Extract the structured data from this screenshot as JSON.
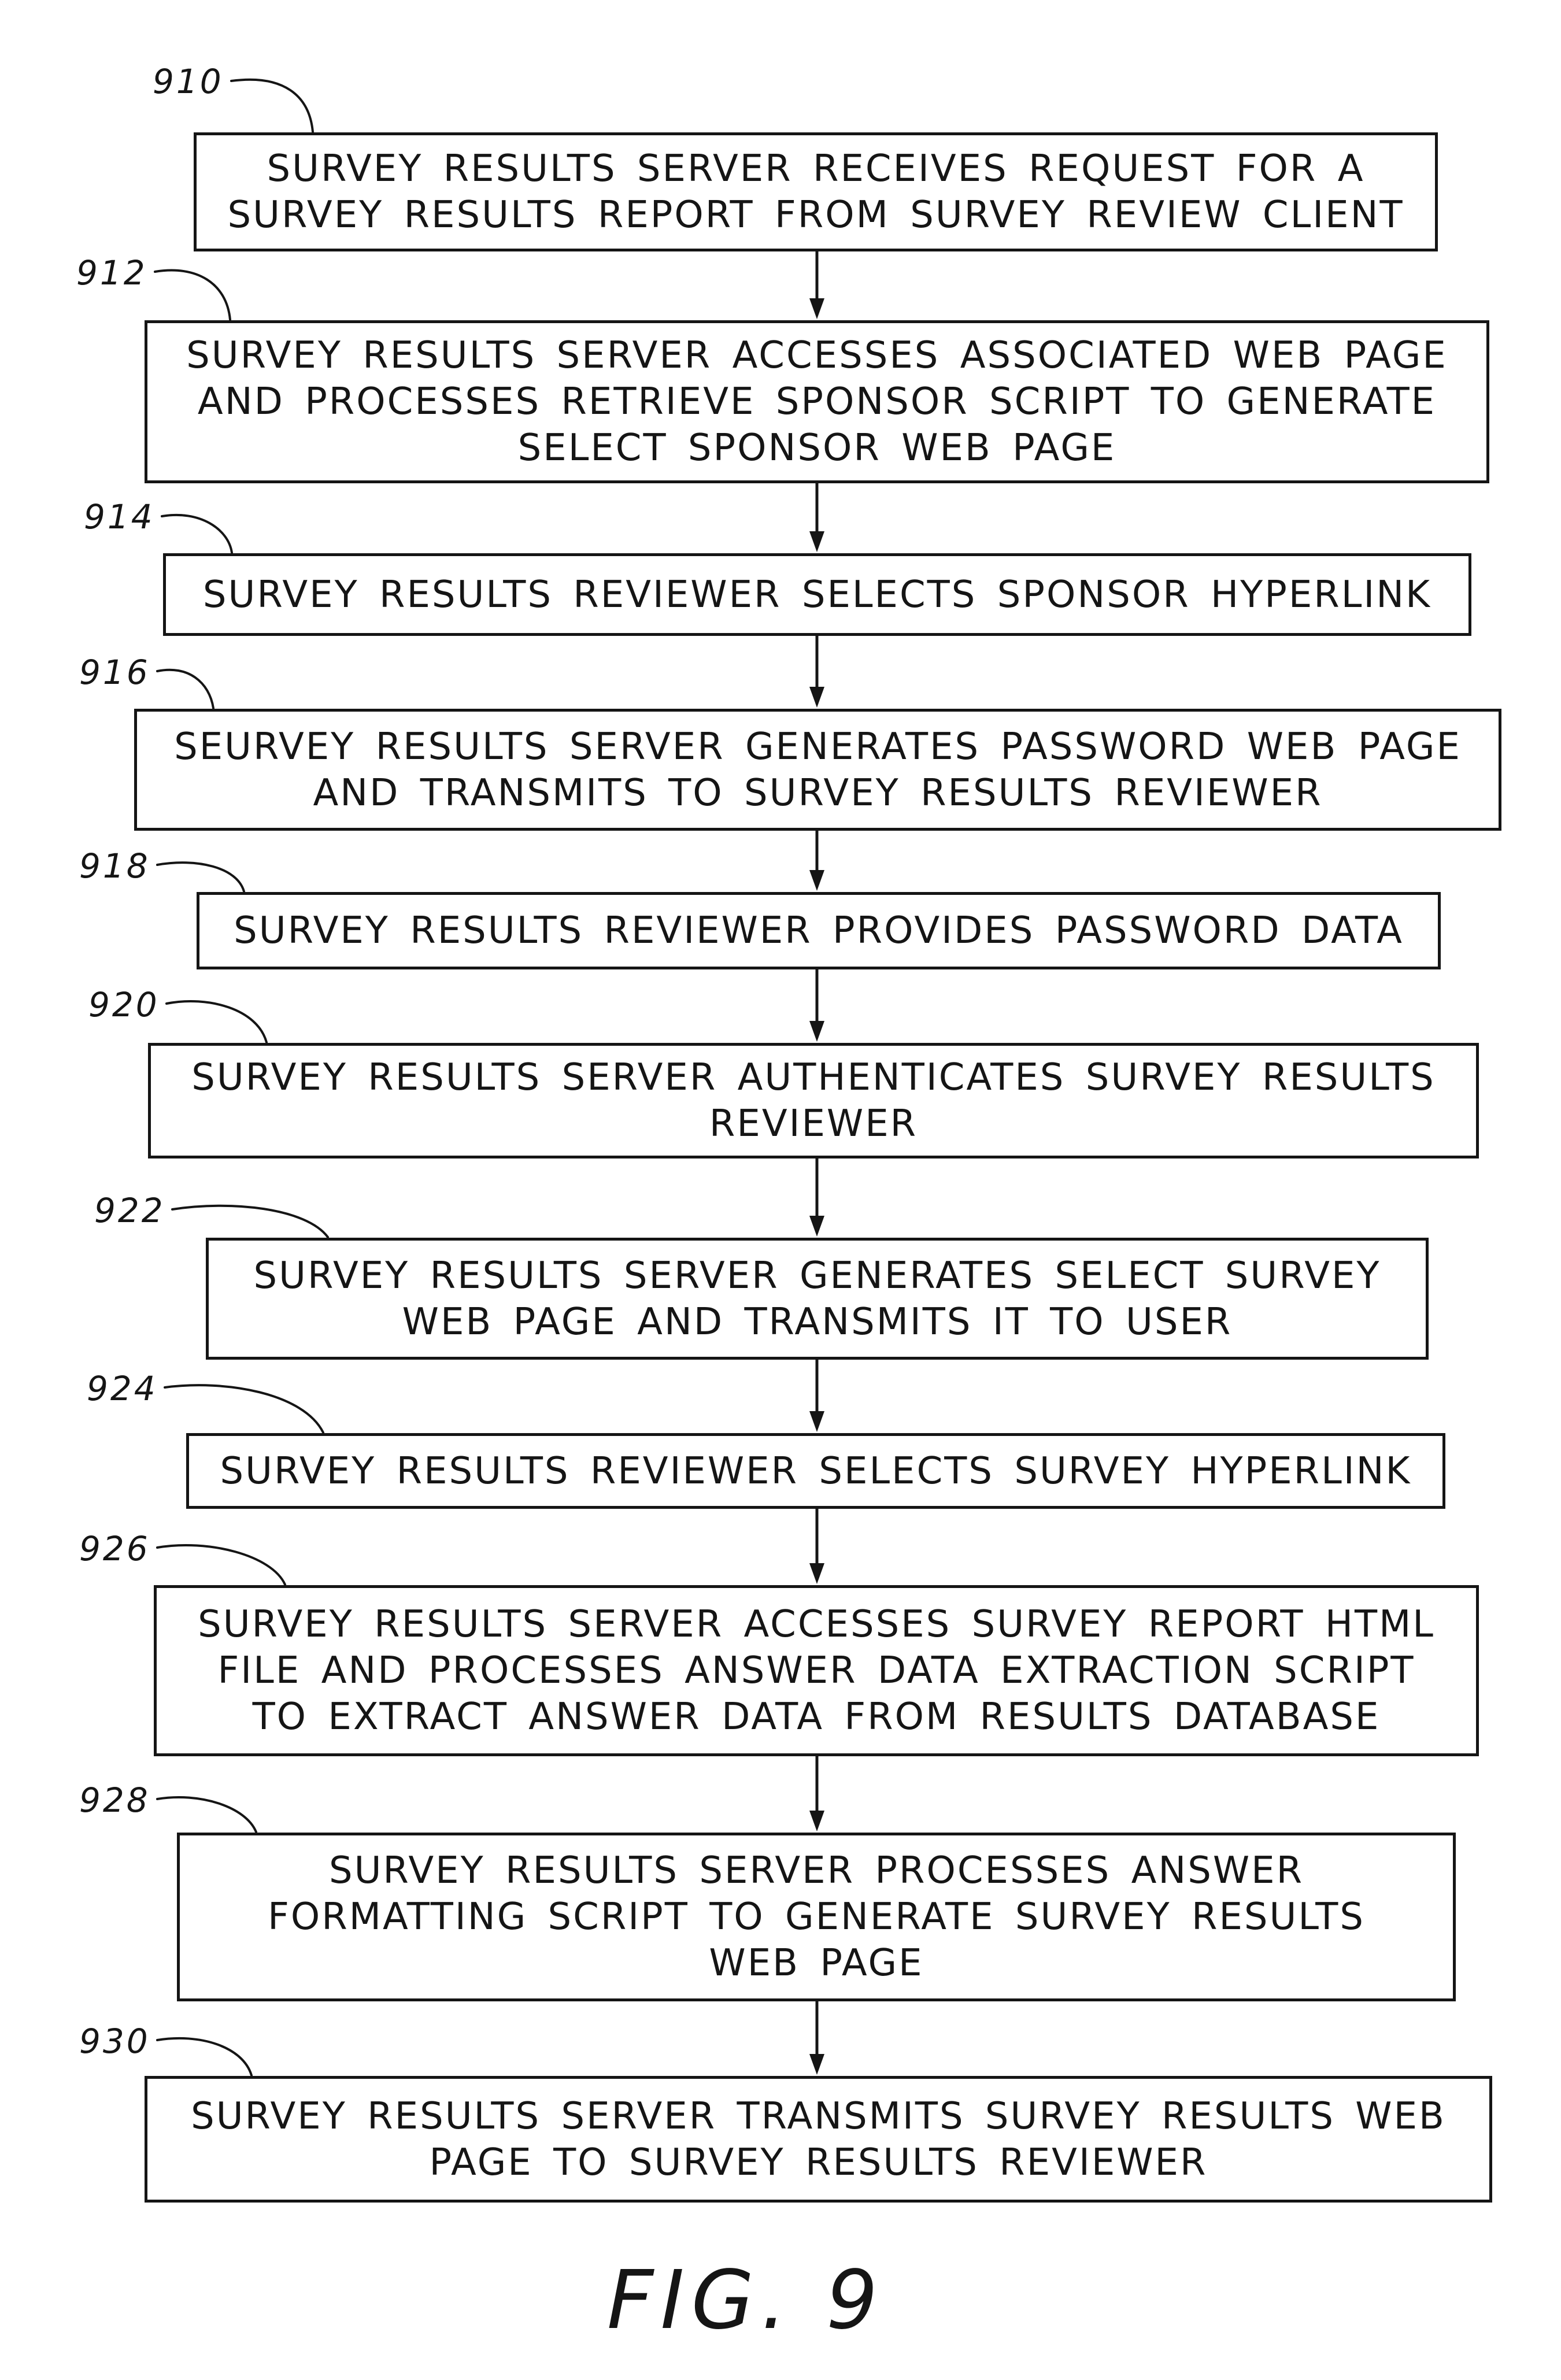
{
  "figure": {
    "caption": "FIG. 9"
  },
  "steps": [
    {
      "ref": "910",
      "lines": [
        "SURVEY RESULTS SERVER RECEIVES REQUEST FOR A",
        "SURVEY RESULTS REPORT FROM SURVEY REVIEW CLIENT"
      ]
    },
    {
      "ref": "912",
      "lines": [
        "SURVEY RESULTS SERVER ACCESSES ASSOCIATED WEB PAGE",
        "AND PROCESSES RETRIEVE SPONSOR SCRIPT TO GENERATE",
        "SELECT SPONSOR WEB PAGE"
      ]
    },
    {
      "ref": "914",
      "lines": [
        "SURVEY RESULTS REVIEWER SELECTS SPONSOR HYPERLINK"
      ]
    },
    {
      "ref": "916",
      "lines": [
        "SEURVEY RESULTS SERVER GENERATES PASSWORD WEB PAGE",
        "AND TRANSMITS TO SURVEY RESULTS REVIEWER"
      ]
    },
    {
      "ref": "918",
      "lines": [
        "SURVEY RESULTS REVIEWER PROVIDES PASSWORD DATA"
      ]
    },
    {
      "ref": "920",
      "lines": [
        "SURVEY RESULTS SERVER AUTHENTICATES SURVEY RESULTS",
        "REVIEWER"
      ]
    },
    {
      "ref": "922",
      "lines": [
        "SURVEY RESULTS SERVER GENERATES SELECT SURVEY",
        "WEB PAGE AND TRANSMITS IT TO USER"
      ]
    },
    {
      "ref": "924",
      "lines": [
        "SURVEY RESULTS REVIEWER SELECTS SURVEY HYPERLINK"
      ]
    },
    {
      "ref": "926",
      "lines": [
        "SURVEY RESULTS SERVER ACCESSES SURVEY REPORT HTML",
        "FILE AND PROCESSES ANSWER DATA EXTRACTION SCRIPT",
        "TO EXTRACT ANSWER DATA FROM RESULTS DATABASE"
      ]
    },
    {
      "ref": "928",
      "lines": [
        "SURVEY RESULTS SERVER PROCESSES ANSWER",
        "FORMATTING SCRIPT TO GENERATE SURVEY RESULTS",
        "WEB PAGE"
      ]
    },
    {
      "ref": "930",
      "lines": [
        "SURVEY RESULTS SERVER TRANSMITS SURVEY RESULTS WEB",
        "PAGE TO SURVEY RESULTS REVIEWER"
      ]
    }
  ]
}
